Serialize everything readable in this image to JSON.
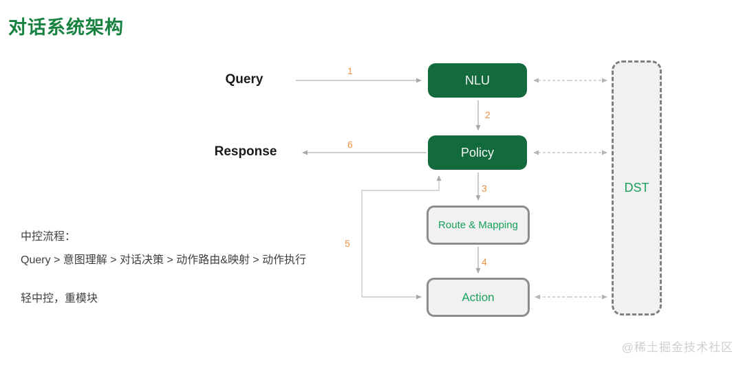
{
  "page": {
    "title": "对话系统架构",
    "watermark": "@稀土掘金技术社区"
  },
  "flow": {
    "input_label": "Query",
    "output_label": "Response",
    "nodes": {
      "nlu": "NLU",
      "policy": "Policy",
      "route_mapping": "Route & Mapping",
      "action": "Action",
      "dst": "DST"
    },
    "steps": [
      "1",
      "2",
      "3",
      "4",
      "5",
      "6"
    ]
  },
  "notes": {
    "heading": "中控流程：",
    "pipeline": "Query > 意图理解 > 对话决策 > 动作路由&映射 > 动作执行",
    "principle": "轻中控，重模块"
  },
  "colors": {
    "title_green": "#17813F",
    "node_green": "#136B3D",
    "accent_green": "#18A15D",
    "step_orange": "#EF9245",
    "arrow_gray": "#ABABAB",
    "border_gray": "#8C8C8C"
  }
}
